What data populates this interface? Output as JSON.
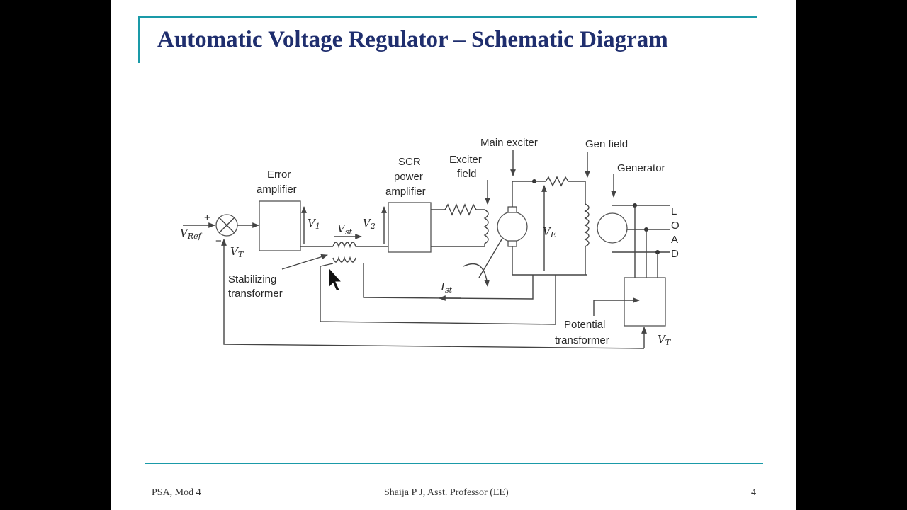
{
  "slide": {
    "title": "Automatic Voltage Regulator – Schematic Diagram",
    "footer_left": "PSA, Mod 4",
    "footer_center": "Shaija P J, Asst. Professor (EE)",
    "page_number": "4"
  },
  "diagram": {
    "labels": {
      "error_amplifier_1": "Error",
      "error_amplifier_2": "amplifier",
      "scr_1": "SCR",
      "scr_2": "power",
      "scr_3": "amplifier",
      "exciter_field_1": "Exciter",
      "exciter_field_2": "field",
      "main_exciter": "Main exciter",
      "gen_field": "Gen field",
      "generator": "Generator",
      "stabilizing_1": "Stabilizing",
      "stabilizing_2": "transformer",
      "potential_1": "Potential",
      "potential_2": "transformer",
      "load_l": "L",
      "load_o": "O",
      "load_a": "A",
      "load_d": "D"
    },
    "symbols": {
      "v_ref": "V",
      "v_ref_sub": "Ref",
      "v_t_in": "V",
      "v_t_in_sub": "T",
      "v1": "V",
      "v1_sub": "1",
      "v_st": "V",
      "v_st_sub": "st",
      "v2": "V",
      "v2_sub": "2",
      "v_e": "V",
      "v_e_sub": "E",
      "i_st": "I",
      "i_st_sub": "st",
      "v_t_out": "V",
      "v_t_out_sub": "T",
      "plus": "+",
      "minus": "−"
    }
  }
}
